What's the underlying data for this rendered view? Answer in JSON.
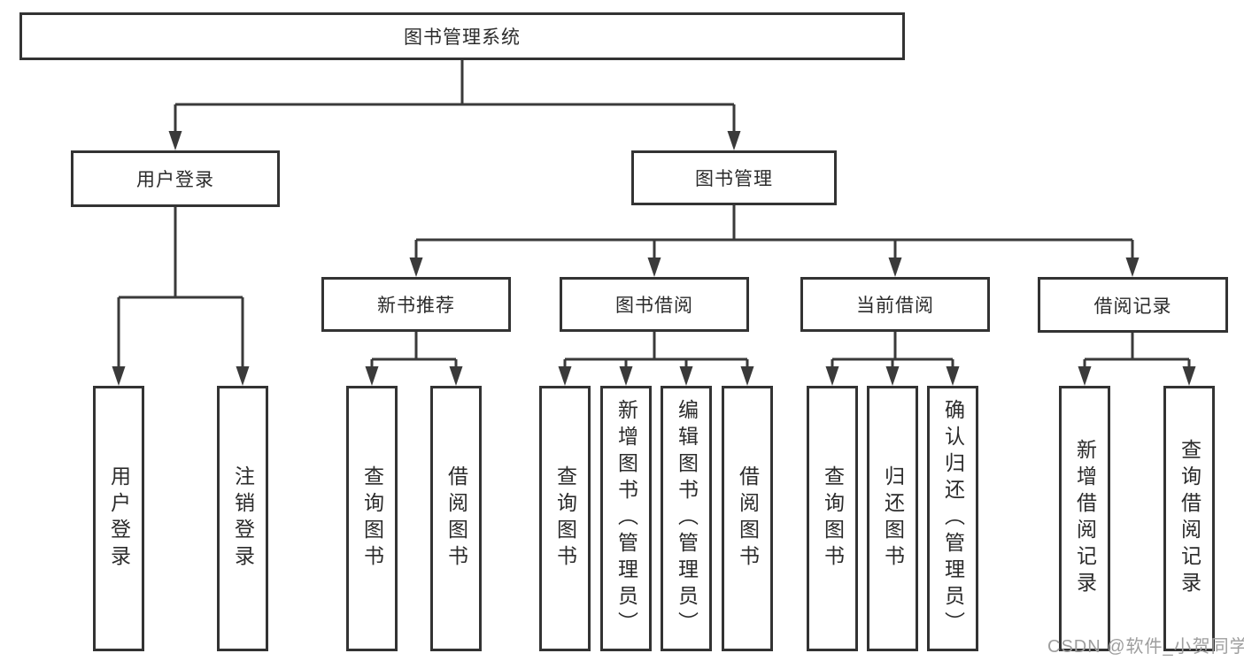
{
  "diagram": {
    "root": "图书管理系统",
    "branches": {
      "user_login": "用户登录",
      "book_management": "图书管理"
    },
    "modules": {
      "new_book": "新书推荐",
      "book_borrow": "图书借阅",
      "current_borrow": "当前借阅",
      "borrow_record": "借阅记录"
    },
    "leaves": {
      "user_login": [
        "用户登录",
        "注销登录"
      ],
      "new_book": [
        "查询图书",
        "借阅图书"
      ],
      "book_borrow": [
        "查询图书",
        "新增图书（管理员）",
        "编辑图书（管理员）",
        "借阅图书"
      ],
      "current_borrow": [
        "查询图书",
        "归还图书",
        "确认归还（管理员）"
      ],
      "borrow_record": [
        "新增借阅记录",
        "查询借阅记录"
      ]
    }
  },
  "watermark": "CSDN @软件_小贺同学",
  "colors": {
    "line": "#3a3a3a",
    "box_border": "#333333",
    "text": "#2b2b2b",
    "watermark": "#9e9e9e",
    "background": "#ffffff"
  }
}
